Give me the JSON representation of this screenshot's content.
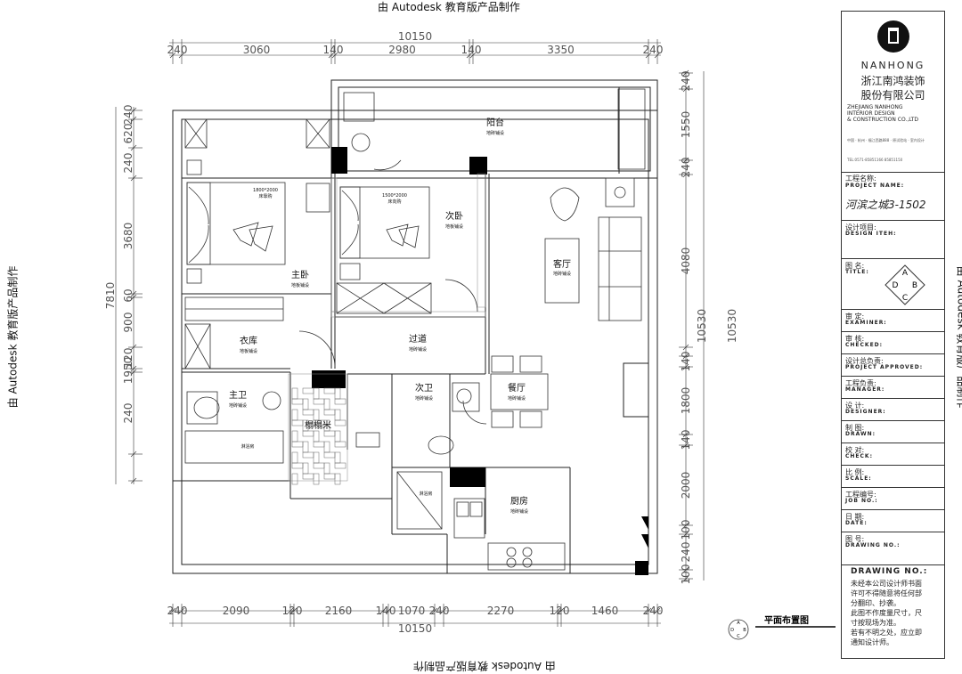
{
  "watermark": "由 Autodesk 教育版产品制作",
  "dimensions": {
    "top": [
      "240",
      "3060",
      "140",
      "2980",
      "140",
      "3350",
      "240"
    ],
    "top_total": "10150",
    "bottom": [
      "240",
      "2090",
      "120",
      "2160",
      "140",
      "1070",
      "240",
      "2270",
      "120",
      "1460",
      "240"
    ],
    "bottom_total": "10150",
    "left": [
      "240",
      "620",
      "240",
      "3680",
      "7810",
      "60",
      "900",
      "120",
      "1950",
      "240"
    ],
    "right": [
      "240",
      "1550",
      "240",
      "4080",
      "10530",
      "10530",
      "140",
      "1800",
      "140",
      "2000",
      "100",
      "240",
      "100"
    ]
  },
  "rooms": {
    "balcony": "阳台",
    "master_bedroom": "主卧",
    "second_bedroom": "次卧",
    "living_room": "客厅",
    "wardrobe": "衣库",
    "corridor": "过道",
    "master_bath": "主卫",
    "tatami": "榻榻米",
    "second_bath": "次卫",
    "dining": "餐厅",
    "kitchen": "厨房"
  },
  "finishes": {
    "floor_tile": "地砖铺设",
    "wood_floor": "地板铺设"
  },
  "furniture": {
    "bed1_size": "1800*2000",
    "bed2_size": "1500*2000",
    "bed_direction": "床靠购",
    "bed_direction2": "床向购",
    "shower": "淋浴房"
  },
  "drawing_title": "平面布置图",
  "compass": [
    "A",
    "B",
    "C",
    "D"
  ],
  "company": {
    "name_en": "NANHONG",
    "name_cn_line1": "浙江南鸿装饰",
    "name_cn_line2": "股份有限公司",
    "name_en_full1": "ZHEJIANG NANHONG",
    "name_en_full2": "INTERIOR DESIGN",
    "name_en_full3": "& CONSTRUCTION CO.,LTD",
    "contact1": "中国 · 杭州 · 福江西路888 · 原试验站 · 室内设计",
    "contact2": "TEL:0571-85851166   85851150"
  },
  "fields": [
    {
      "cn": "工程名称:",
      "en": "PROJECT NAME:",
      "value": "河滨之城3-1502"
    },
    {
      "cn": "设计项目:",
      "en": "DESIGN ITEH:",
      "value": ""
    },
    {
      "cn": "图   名:",
      "en": "TITLE:",
      "value": ""
    },
    {
      "cn": "审   定:",
      "en": "EXAMINER:",
      "value": ""
    },
    {
      "cn": "审   核:",
      "en": "CHECKED:",
      "value": ""
    },
    {
      "cn": "设计总负责:",
      "en": "PROJECT APPROVED:",
      "value": ""
    },
    {
      "cn": "工程负责:",
      "en": "MANAGER:",
      "value": ""
    },
    {
      "cn": "设   计:",
      "en": "DESIGNER:",
      "value": ""
    },
    {
      "cn": "制   图:",
      "en": "DRAWN:",
      "value": ""
    },
    {
      "cn": "校   对:",
      "en": "CHECK:",
      "value": ""
    },
    {
      "cn": "比   例:",
      "en": "SCALE:",
      "value": ""
    },
    {
      "cn": "工程编号:",
      "en": "JOB  NO.:",
      "value": ""
    },
    {
      "cn": "日   期:",
      "en": "DATE:",
      "value": ""
    },
    {
      "cn": "图   号:",
      "en": "DRAWING NO.:",
      "value": ""
    }
  ],
  "drawing_no_header": "DRAWING NO.:",
  "notes": [
    "未经本公司设计师书面",
    "许可不得随意将任何部",
    "分翻印、抄袭。",
    "此图不作度量尺寸，尺",
    "寸按现场为准。",
    "若有不明之处，应立即",
    "通知设计师。"
  ]
}
